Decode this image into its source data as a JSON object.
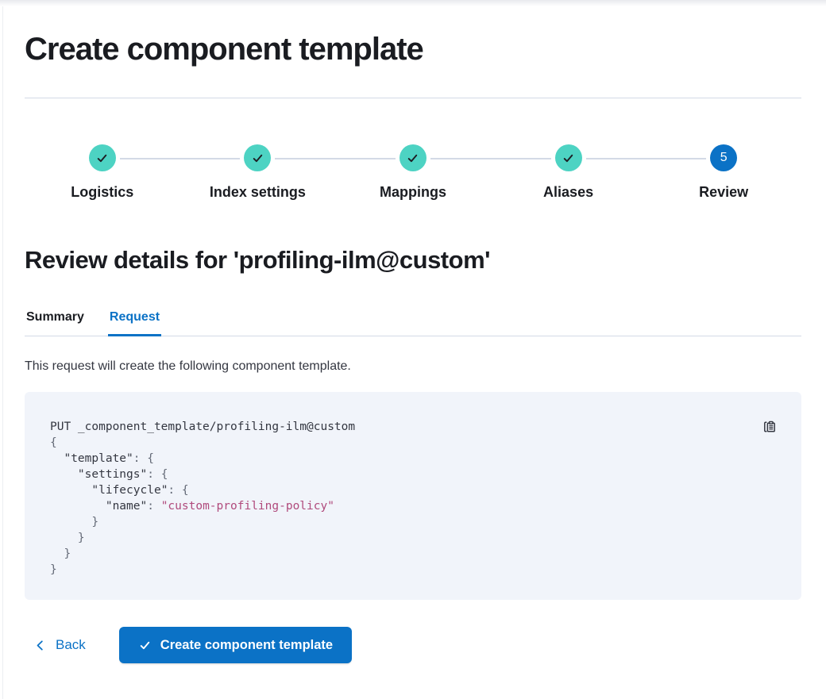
{
  "page": {
    "title": "Create component template"
  },
  "steps": {
    "items": [
      {
        "label": "Logistics",
        "status": "complete"
      },
      {
        "label": "Index settings",
        "status": "complete"
      },
      {
        "label": "Mappings",
        "status": "complete"
      },
      {
        "label": "Aliases",
        "status": "complete"
      },
      {
        "label": "Review",
        "status": "current",
        "number": "5"
      }
    ]
  },
  "review": {
    "heading": "Review details for 'profiling-ilm@custom'",
    "tabs": [
      {
        "label": "Summary",
        "active": false
      },
      {
        "label": "Request",
        "active": true
      }
    ],
    "description": "This request will create the following component template."
  },
  "code": {
    "copy_icon": "copy-clipboard-icon",
    "lines": [
      {
        "segments": [
          {
            "text": "PUT _component_template/profiling-ilm@custom",
            "type": "plain"
          }
        ]
      },
      {
        "segments": [
          {
            "text": "{",
            "type": "punct"
          }
        ]
      },
      {
        "segments": [
          {
            "text": "  ",
            "type": "plain"
          },
          {
            "text": "\"template\"",
            "type": "key"
          },
          {
            "text": ": {",
            "type": "punct"
          }
        ]
      },
      {
        "segments": [
          {
            "text": "    ",
            "type": "plain"
          },
          {
            "text": "\"settings\"",
            "type": "key"
          },
          {
            "text": ": {",
            "type": "punct"
          }
        ]
      },
      {
        "segments": [
          {
            "text": "      ",
            "type": "plain"
          },
          {
            "text": "\"lifecycle\"",
            "type": "key"
          },
          {
            "text": ": {",
            "type": "punct"
          }
        ]
      },
      {
        "segments": [
          {
            "text": "        ",
            "type": "plain"
          },
          {
            "text": "\"name\"",
            "type": "key"
          },
          {
            "text": ": ",
            "type": "punct"
          },
          {
            "text": "\"custom-profiling-policy\"",
            "type": "str"
          }
        ]
      },
      {
        "segments": [
          {
            "text": "      }",
            "type": "punct"
          }
        ]
      },
      {
        "segments": [
          {
            "text": "    }",
            "type": "punct"
          }
        ]
      },
      {
        "segments": [
          {
            "text": "  }",
            "type": "punct"
          }
        ]
      },
      {
        "segments": [
          {
            "text": "}",
            "type": "punct"
          }
        ]
      }
    ]
  },
  "footer": {
    "back_label": "Back",
    "submit_label": "Create component template"
  },
  "colors": {
    "primary_blue": "#0b72c6",
    "success_teal": "#4dd3c3",
    "code_background": "#f1f4fa",
    "code_string": "#b04a7c",
    "border_gray": "#d3dae6",
    "text_dark": "#1a1c21",
    "text_body": "#343741"
  }
}
